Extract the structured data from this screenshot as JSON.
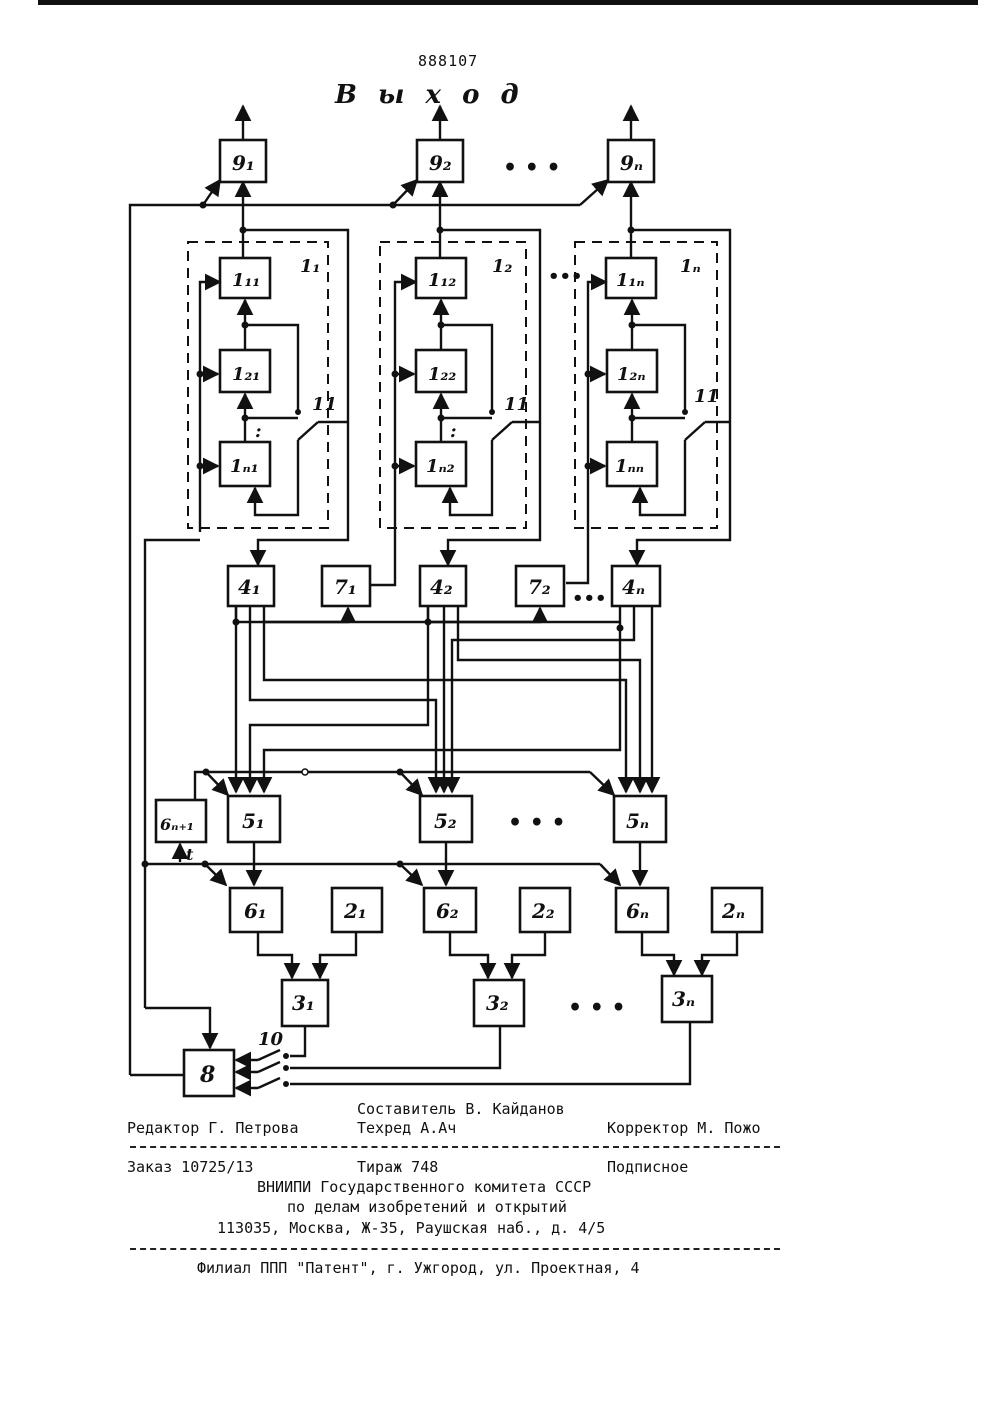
{
  "header": {
    "patent_number": "888107",
    "output_label": "В ы х о д"
  },
  "diagram": {
    "outputs": [
      "9₁",
      "9₂",
      "9ₙ"
    ],
    "groups": [
      "1₁",
      "1₂",
      "1ₙ"
    ],
    "cells": [
      [
        "1₁₁",
        "1₂₁",
        "1ₙ₁"
      ],
      [
        "1₁₂",
        "1₂₂",
        "1ₙ₂"
      ],
      [
        "1₁ₙ",
        "1₂ₙ",
        "1ₙₙ"
      ]
    ],
    "switch_label": "11",
    "units4": [
      "4₁",
      "4₂",
      "4ₙ"
    ],
    "units7": [
      "7₁",
      "7₂"
    ],
    "units5": [
      "5₁",
      "5₂",
      "5ₙ"
    ],
    "unit6_extra": "6ₙ₊₁",
    "clock_label": "t",
    "units6": [
      "6₁",
      "6₂",
      "6ₙ"
    ],
    "units2": [
      "2₁",
      "2₂",
      "2ₙ"
    ],
    "units3": [
      "3₁",
      "3₂",
      "3ₙ"
    ],
    "unit8": "8",
    "switch10_label": "10",
    "ellipsis": "• • •",
    "ellipsis_small": "•••"
  },
  "footer": {
    "compiler": "Составитель В. Кайданов",
    "editor": "Редактор Г. Петрова",
    "techred": "Техред А.Ач",
    "corrector": "Корректор М. Пожо",
    "order": "Заказ 10725/13",
    "print_run": "Тираж 748",
    "subscription": "Подписное",
    "org_line1": "ВНИИПИ Государственного комитета СССР",
    "org_line2": "по делам изобретений и открытий",
    "org_address": "113035, Москва, Ж-35, Раушская наб., д. 4/5",
    "branch": "Филиал ППП \"Патент\", г. Ужгород, ул. Проектная, 4"
  }
}
